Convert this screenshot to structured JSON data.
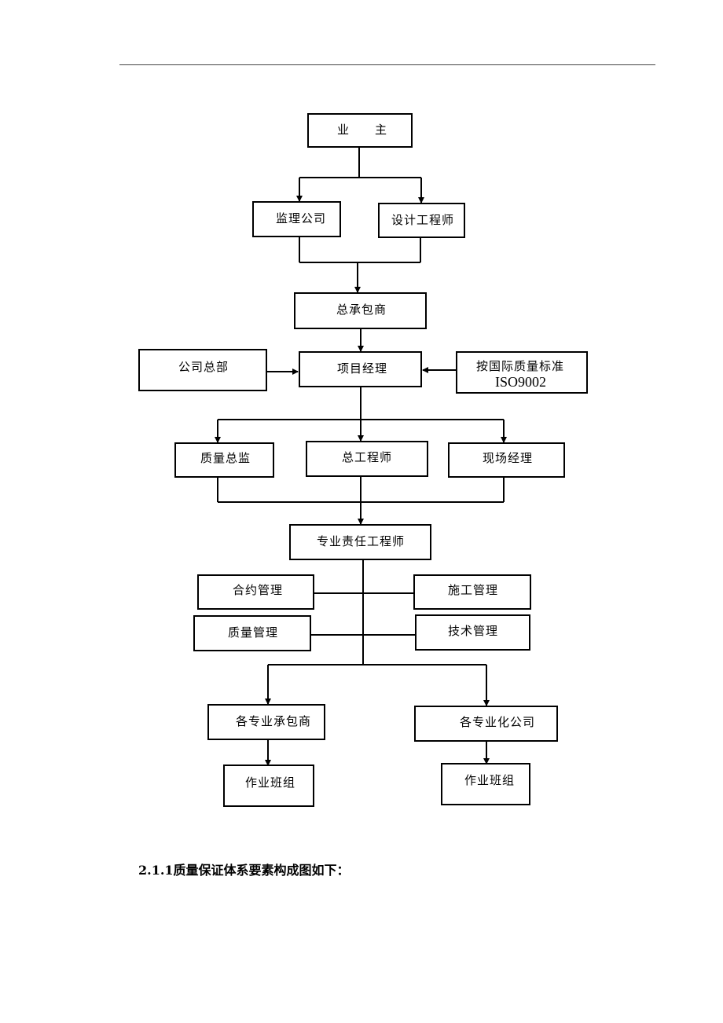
{
  "diagram": {
    "nodes": {
      "owner": "业　　主",
      "supervision": "监理公司",
      "designer": "设计工程师",
      "general_contractor": "总承包商",
      "company_hq": "公司总部",
      "project_manager": "项目经理",
      "iso_standard_line1": "按国际质量标准",
      "iso_standard_line2": "ISO9002",
      "quality_director": "质量总监",
      "chief_engineer": "总工程师",
      "site_manager": "现场经理",
      "discipline_engineer": "专业责任工程师",
      "contract_mgmt": "合约管理",
      "construction_mgmt": "施工管理",
      "quality_mgmt": "质量管理",
      "technical_mgmt": "技术管理",
      "subcontractors": "各专业承包商",
      "specialized_companies": "各专业化公司",
      "work_team_left": "作业班组",
      "work_team_right": "作业班组"
    }
  },
  "caption": "2.1.1质量保证体系要素构成图如下："
}
